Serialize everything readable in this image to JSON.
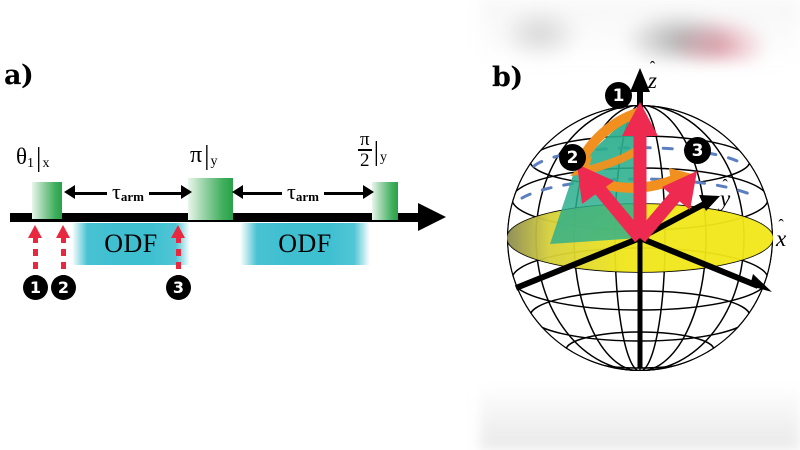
{
  "figure": {
    "panel_a": {
      "label": "a)",
      "pulses": [
        {
          "name": "theta1-x",
          "label_main": "θ",
          "label_sub": "1",
          "bar": "|",
          "axis": "x"
        },
        {
          "name": "pi-y",
          "label_main": "π",
          "label_sub": "",
          "bar": "|",
          "axis": "y"
        },
        {
          "name": "pi-over-2-y",
          "numerator": "π",
          "denominator": "2",
          "bar": "|",
          "axis": "y"
        }
      ],
      "intervals": [
        {
          "label_main": "τ",
          "label_sub": "arm"
        },
        {
          "label_main": "τ",
          "label_sub": "arm"
        }
      ],
      "odf_blocks": [
        {
          "label": "ODF"
        },
        {
          "label": "ODF"
        }
      ],
      "event_markers": [
        {
          "id": "1",
          "label": "1"
        },
        {
          "id": "2",
          "label": "2"
        },
        {
          "id": "3",
          "label": "3"
        }
      ],
      "colors": {
        "pulse_green": "#28a14a",
        "odf_cyan": "#3fbfd0",
        "event_red": "#e8283f",
        "timeline_black": "#000000"
      }
    },
    "panel_b": {
      "label": "b)",
      "axes": [
        {
          "name": "z-axis",
          "label": "z",
          "hat": "̂"
        },
        {
          "name": "y-axis",
          "label": "y",
          "hat": "̂"
        },
        {
          "name": "x-axis",
          "label": "x",
          "hat": "̂"
        }
      ],
      "state_markers": [
        {
          "id": "1",
          "label": "1"
        },
        {
          "id": "2",
          "label": "2"
        },
        {
          "id": "3",
          "label": "3"
        }
      ],
      "colors": {
        "bloch_vector_crimson": "#ee2a50",
        "rotation_orange": "#f2901f",
        "wedge_teal": "#2aae8c",
        "equator_yellow": "#f0e61a",
        "wireframe_black": "#000000",
        "latitude_tick_blue": "#5b7fc0"
      }
    }
  }
}
